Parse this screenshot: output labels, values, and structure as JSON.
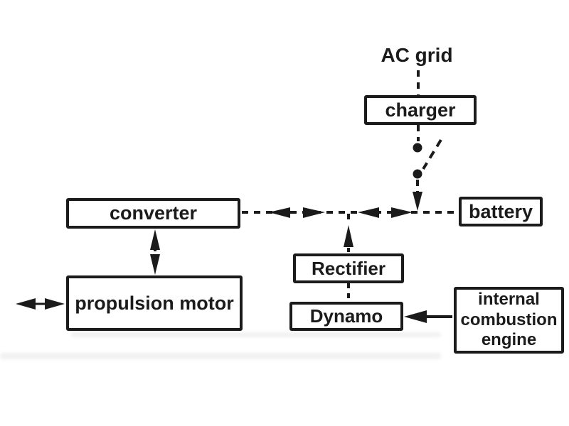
{
  "colors": {
    "ink": "#1b1b1b",
    "paper": "#ffffff"
  },
  "diagram": {
    "type": "block-diagram",
    "subject": "series hybrid electric powertrain",
    "nodes": {
      "ac_grid": {
        "label": "AC grid",
        "shape": "text-only"
      },
      "charger": {
        "label": "charger",
        "shape": "box"
      },
      "battery": {
        "label": "battery",
        "shape": "box"
      },
      "converter": {
        "label": "converter",
        "shape": "box"
      },
      "rectifier": {
        "label": "Rectifier",
        "shape": "box"
      },
      "dynamo": {
        "label": "Dynamo",
        "shape": "box"
      },
      "engine": {
        "label": "internal combustion engine",
        "shape": "box"
      },
      "motor": {
        "label": "propulsion motor",
        "shape": "box"
      }
    },
    "edges": [
      {
        "from": "AC grid",
        "to": "charger",
        "line": "dashed",
        "arrows": "none"
      },
      {
        "from": "charger",
        "to": "battery bus",
        "line": "dashed",
        "via": "open switch with two contact dots",
        "arrows": "into bus"
      },
      {
        "from": "converter",
        "to": "battery",
        "line": "dashed",
        "arrows": "both directions (two arrow pairs on bus)"
      },
      {
        "from": "Rectifier",
        "to": "battery bus",
        "line": "dashed",
        "arrows": "up into bus"
      },
      {
        "from": "Dynamo",
        "to": "Rectifier",
        "line": "dashed",
        "arrows": "none"
      },
      {
        "from": "internal combustion engine",
        "to": "Dynamo",
        "line": "solid",
        "arrows": "into Dynamo"
      },
      {
        "from": "converter",
        "to": "propulsion motor",
        "line": "dashed",
        "arrows": "both"
      },
      {
        "from": "propulsion motor",
        "to": "left edge drive output",
        "line": "solid",
        "arrows": "both"
      }
    ]
  }
}
